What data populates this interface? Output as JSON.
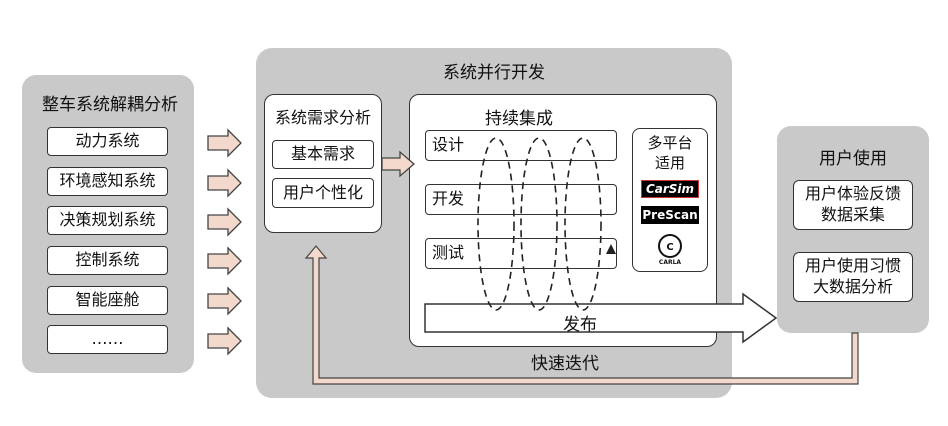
{
  "left_panel": {
    "title": "整车系统解耦分析",
    "items": [
      "动力系统",
      "环境感知系统",
      "决策规划系统",
      "控制系统",
      "智能座舱",
      "……"
    ]
  },
  "center_panel": {
    "title": "系统并行开发",
    "requirements": {
      "title": "系统需求分析",
      "items": [
        "基本需求",
        "用户个性化"
      ]
    },
    "ci": {
      "title": "持续集成",
      "stages": [
        "设计",
        "开发",
        "测试"
      ],
      "release": "发布",
      "platform": {
        "title": "多平台\n适用",
        "logos": [
          "CarSim",
          "PreScan",
          "CARLA"
        ]
      }
    },
    "iteration": "快速迭代"
  },
  "right_panel": {
    "title": "用户使用",
    "items": [
      "用户体验反馈\n数据采集",
      "用户使用习惯\n大数据分析"
    ]
  }
}
